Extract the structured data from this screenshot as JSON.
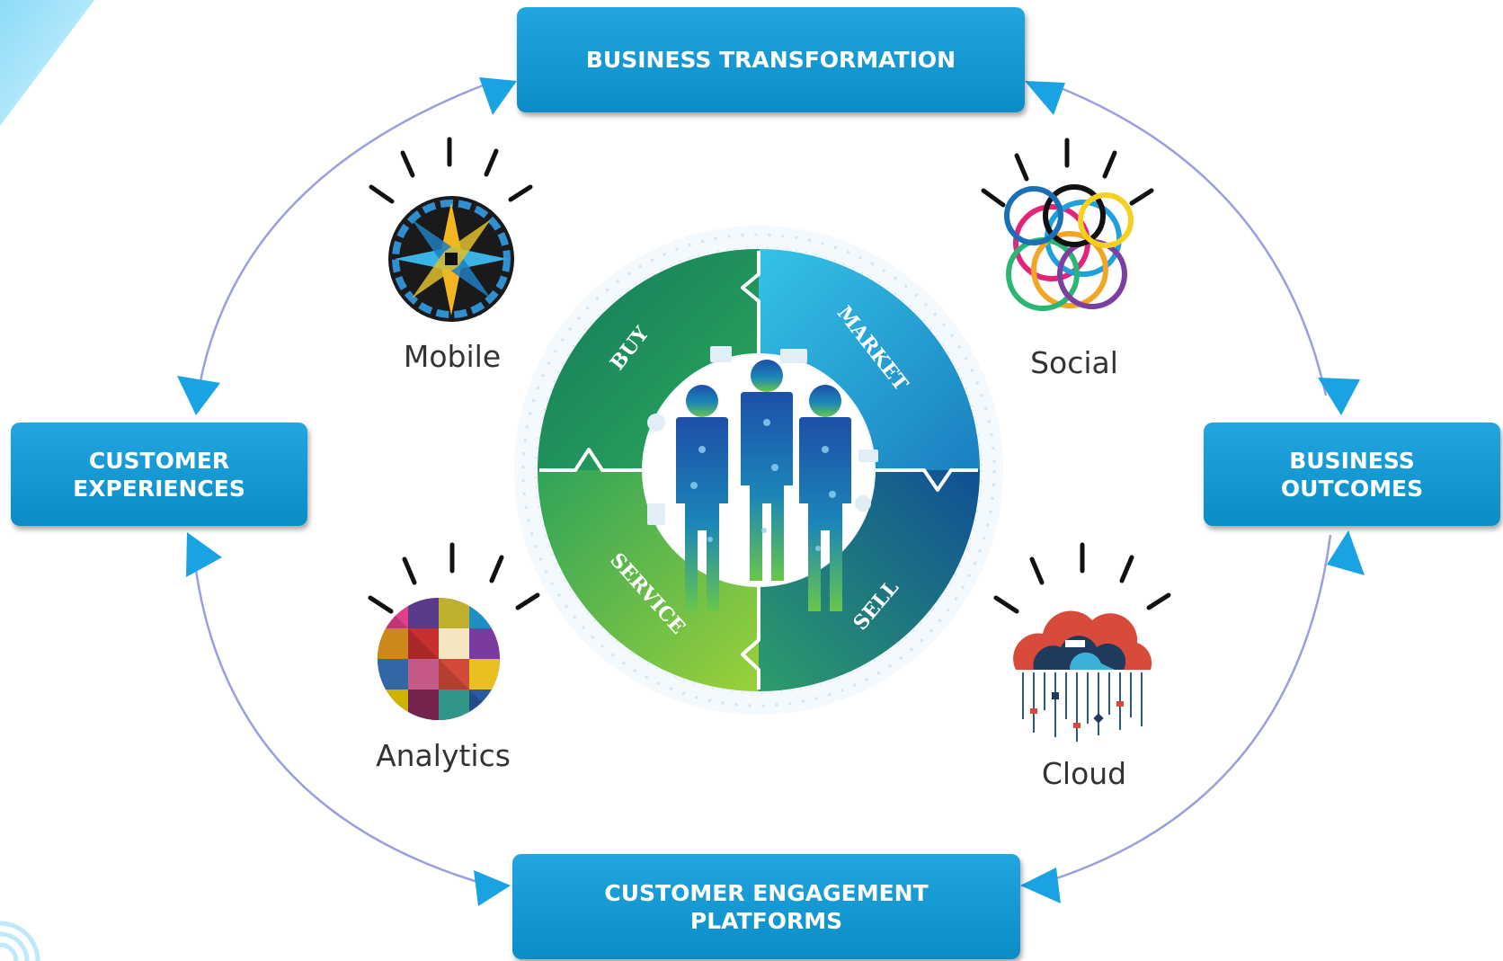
{
  "boxes": {
    "top": "BUSINESS TRANSFORMATION",
    "left": "CUSTOMER\nEXPERIENCES",
    "right": "BUSINESS\nOUTCOMES",
    "bottom": "CUSTOMER ENGAGEMENT\nPLATFORMS"
  },
  "technologies": {
    "mobile": "Mobile",
    "social": "Social",
    "analytics": "Analytics",
    "cloud": "Cloud"
  },
  "wheel": {
    "buy": "BUY",
    "market": "MARKET",
    "sell": "SELL",
    "service": "SERVICE"
  },
  "colors": {
    "box_blue": "#1a9ad6",
    "arrow_blue": "#19a3e3",
    "cycle_line": "#9b9fe0",
    "wheel_green": "#5ab84a",
    "wheel_blue": "#1470b0",
    "wheel_teal": "#1fb3d9"
  }
}
